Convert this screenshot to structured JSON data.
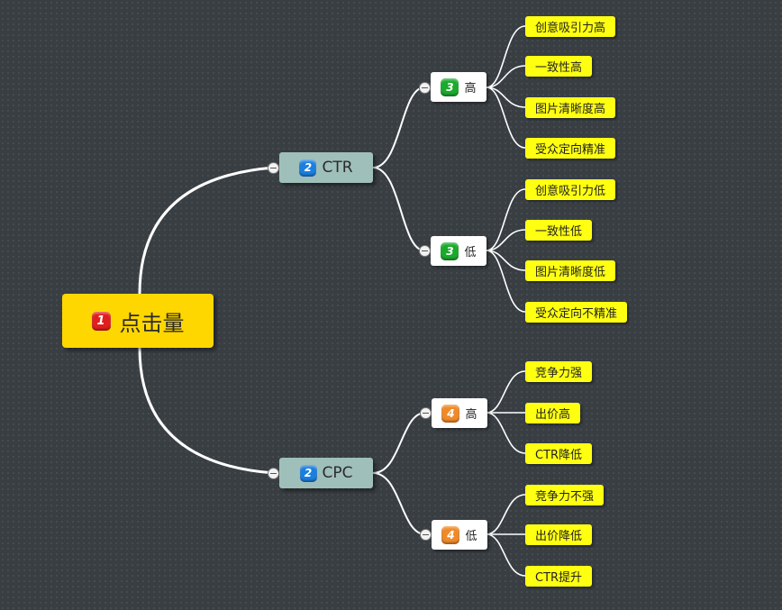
{
  "root": {
    "label": "点击量",
    "priority": "1",
    "color": "#ffd700",
    "badge_color": "#e01e1e"
  },
  "branches": [
    {
      "label": "CTR",
      "priority": "2",
      "color": "#9fbfba",
      "badge_color": "#1a7fe0",
      "children": [
        {
          "label": "高",
          "priority": "3",
          "badge_color": "#1aaa2c",
          "leaves": [
            "创意吸引力高",
            "一致性高",
            "图片清晰度高",
            "受众定向精准"
          ]
        },
        {
          "label": "低",
          "priority": "3",
          "badge_color": "#1aaa2c",
          "leaves": [
            "创意吸引力低",
            "一致性低",
            "图片清晰度低",
            "受众定向不精准"
          ]
        }
      ]
    },
    {
      "label": "CPC",
      "priority": "2",
      "color": "#9fbfba",
      "badge_color": "#1a7fe0",
      "children": [
        {
          "label": "高",
          "priority": "4",
          "badge_color": "#f08a28",
          "leaves": [
            "竞争力强",
            "出价高",
            "CTR降低"
          ]
        },
        {
          "label": "低",
          "priority": "4",
          "badge_color": "#f08a28",
          "leaves": [
            "竞争力不强",
            "出价降低",
            "CTR提升"
          ]
        }
      ]
    }
  ],
  "colors": {
    "background": "#393e43",
    "leaf": "#ffff12",
    "subtopic": "#ffffff",
    "connector": "#ffffff"
  }
}
